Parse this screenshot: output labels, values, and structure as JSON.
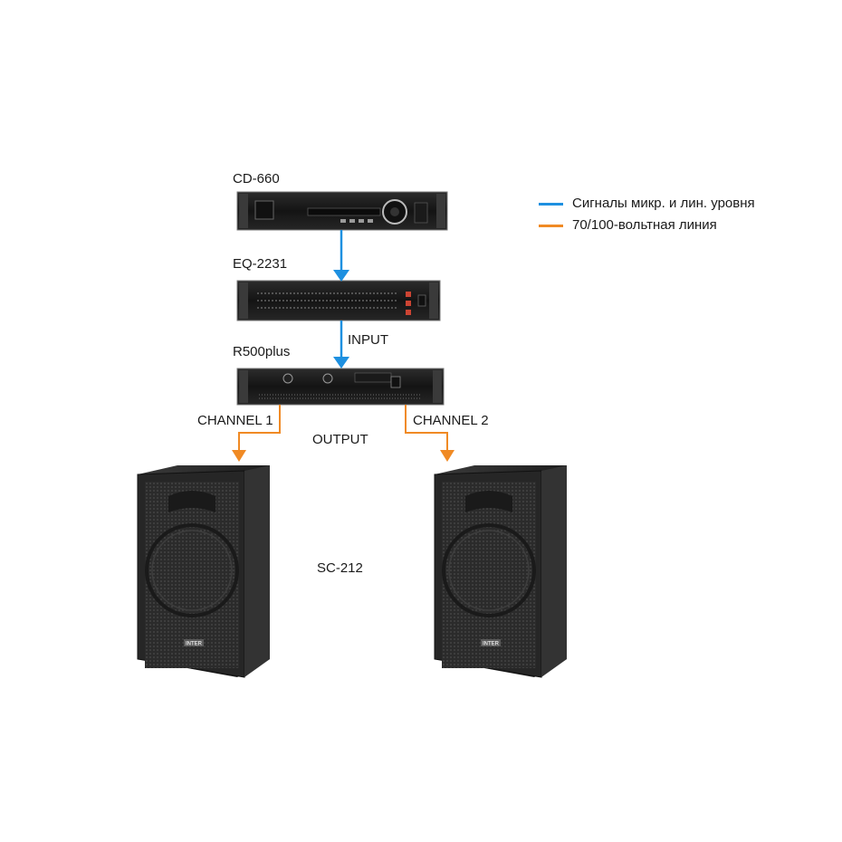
{
  "devices": {
    "cd_player": "CD-660",
    "equalizer": "EQ-2231",
    "amplifier": "R500plus",
    "speakers": "SC-212"
  },
  "connections": {
    "input": "INPUT",
    "output": "OUTPUT",
    "channel_1": "CHANNEL 1",
    "channel_2": "CHANNEL 2"
  },
  "legend": [
    {
      "label": "Сигналы микр. и лин. уровня",
      "color": "#1e90e0"
    },
    {
      "label": "70/100-вольтная линия",
      "color": "#f08a24"
    }
  ],
  "speaker_badge": "INTER"
}
